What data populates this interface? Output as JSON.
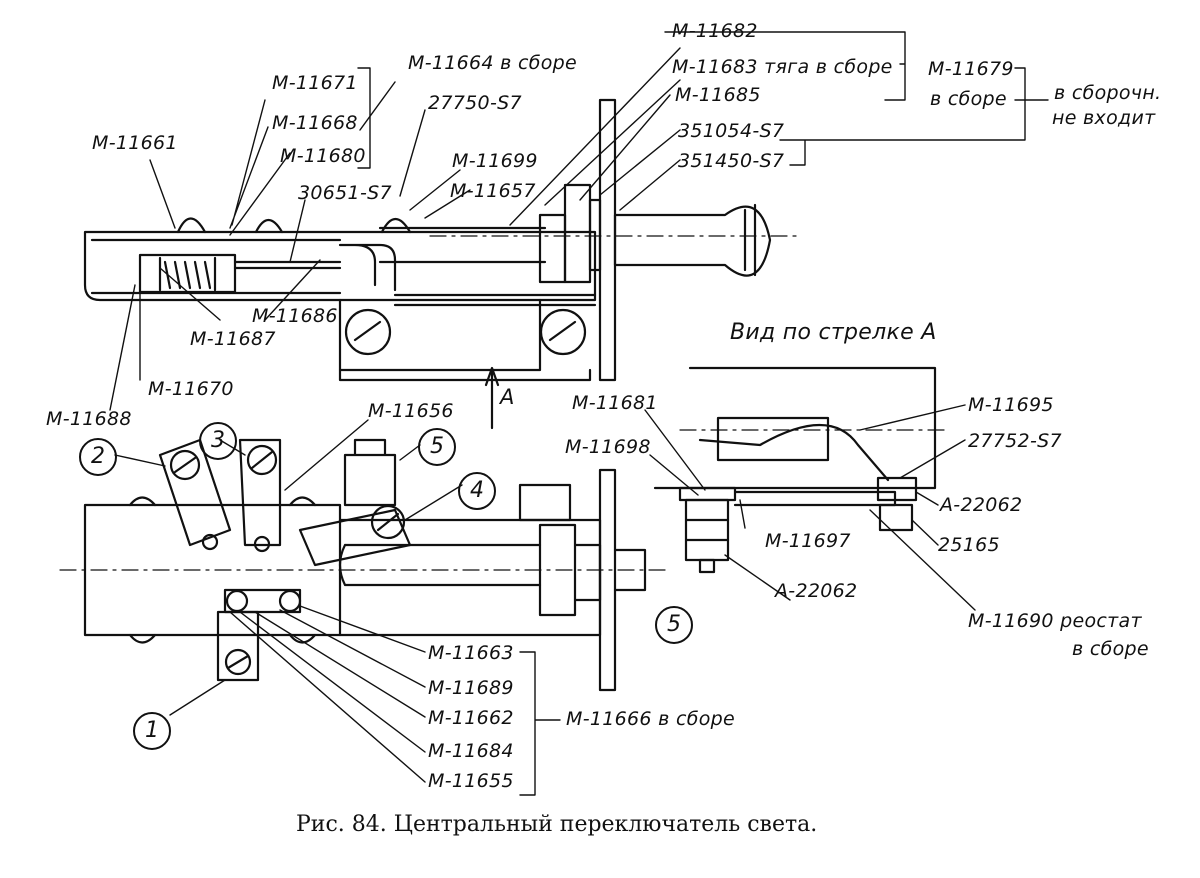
{
  "caption": "Рис. 84. Центральный переключатель света.",
  "view_label": "Вид по стрелке А",
  "arrow_label": "А",
  "labels": {
    "m11664": "М-11664 в сборе",
    "m11671": "М-11671",
    "m11668": "М-11668",
    "m11680": "М-11680",
    "m11661": "М-11661",
    "s27750": "27750-S7",
    "s30651": "30651-S7",
    "m11699": "М-11699",
    "m11657": "М-11657",
    "m11682": "М-11682",
    "m11683": "М-11683 тяга в сборе",
    "m11685": "М-11685",
    "s351054": "351054-S7",
    "s351450": "351450-S7",
    "m11679": "М-11679",
    "m11679b": "в сборе",
    "not_incl_1": "в сборочн.",
    "not_incl_2": "не входит",
    "m11686": "М-11686",
    "m11687": "М-11687",
    "m11670": "М-11670",
    "m11688": "М-11688",
    "m11656": "М-11656",
    "m11681": "М-11681",
    "m11698": "М-11698",
    "m11695": "М-11695",
    "s27752": "27752-S7",
    "a22062a": "А-22062",
    "s25165": "25165",
    "m11697": "М-11697",
    "a22062b": "А-22062",
    "m11690a": "М-11690 реостат",
    "m11690b": "в сборе",
    "m11663": "М-11663",
    "m11689": "М-11689",
    "m11662": "М-11662",
    "m11684": "М-11684",
    "m11655": "М-11655",
    "m11666": "М-11666 в сборе"
  },
  "callouts": {
    "c1": "1",
    "c2": "2",
    "c3": "3",
    "c4": "4",
    "c5a": "5",
    "c5b": "5"
  }
}
